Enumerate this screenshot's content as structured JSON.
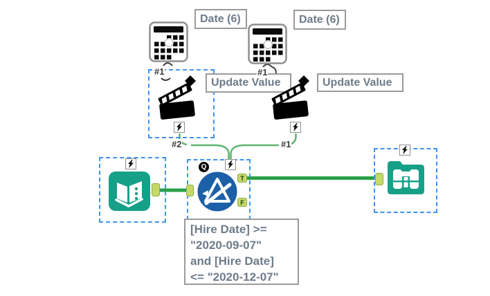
{
  "labels": {
    "date1": "Date (6)",
    "date2": "Date (6)",
    "action1": "Update Value",
    "action2": "Update Value"
  },
  "connectors": {
    "cal1_out": "#1",
    "cal2_out": "#1",
    "action1_out": "#2",
    "action2_out": "#1"
  },
  "filter": {
    "q_badge": "Q",
    "true_anchor": "T",
    "false_anchor": "F",
    "annotation_lines": [
      "[Hire Date] >=",
      "\"2020-09-07\"",
      "and [Hire Date]",
      "<= \"2020-12-07\""
    ]
  },
  "icons": {
    "date_tool": "calendar-icon",
    "action_tool": "clapperboard-icon",
    "run_anchor": "lightning-icon",
    "text_input_tool": "open-book-icon",
    "filter_tool": "filter-triangle-icon",
    "browse_tool": "binoculars-icon",
    "question_badge": "q-badge"
  },
  "colors": {
    "teal": "#17a088",
    "filter_blue": "#1c60a7",
    "wire_green": "#2aa04a",
    "wire_light_green": "#5cb56e",
    "anchor_fill": "#c4d96a",
    "anchor_border": "#8fae3e",
    "selection_blue": "#3f93f2",
    "label_border": "#9a9a9a",
    "label_text": "#6d7b8a"
  }
}
